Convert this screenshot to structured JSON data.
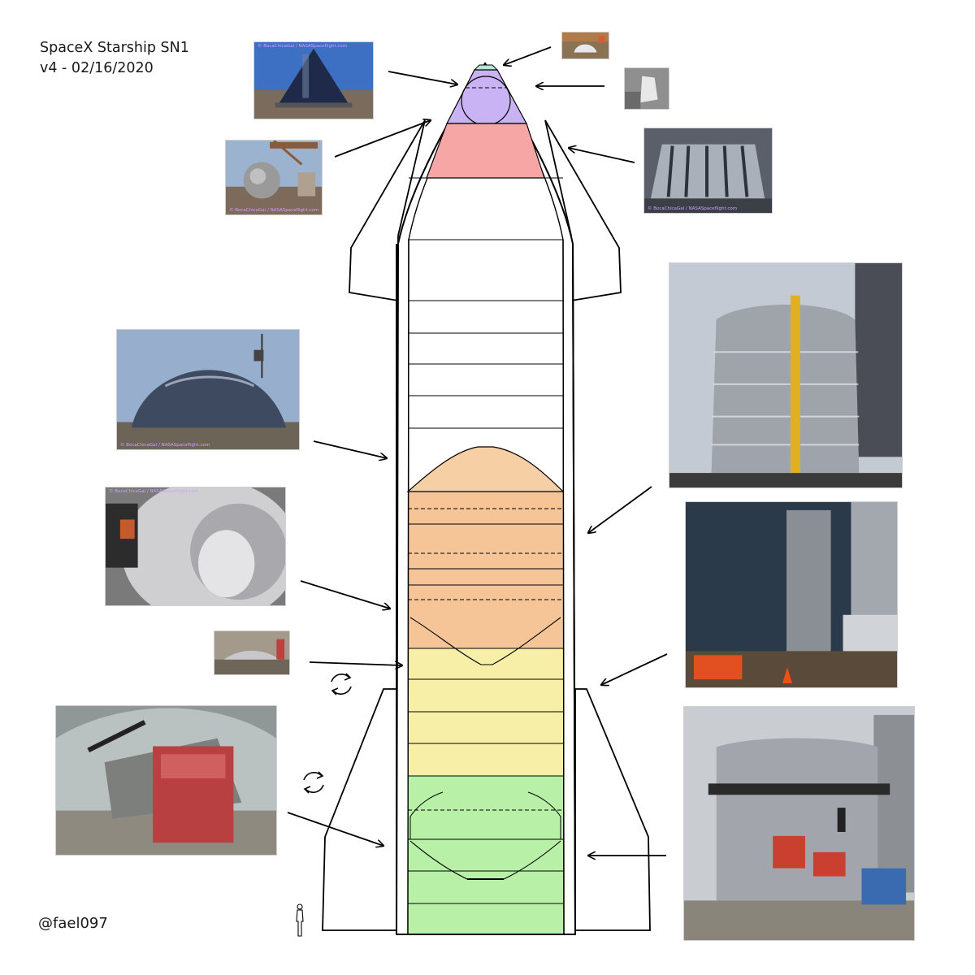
{
  "header": {
    "title_line1": "SpaceX Starship SN1",
    "title_line2": "v4 - 02/16/2020"
  },
  "credit": "@fael097",
  "watermarks": {
    "nose_cone": "© BocaChicaGal / NASASpaceflight.com",
    "sphere": "© BocaChicaGal / NASASpaceflight.com",
    "aft_skirt": "© BocaChicaGal / NASASpaceflight.com",
    "dome": "© BocaChicaGal / NASASpaceflight.com",
    "dome_interior": "© BocaChicaGal / NASASpaceflight.com"
  },
  "colors": {
    "nose_tip": "#b2ead8",
    "header_tank": "#c9b3f5",
    "nose_band": "#f7a6a6",
    "lox_dome": "#f7cfa5",
    "lox_tank": "#f6c597",
    "methane_upper": "#f7efa8",
    "methane_lower": "#b9f0a8",
    "outline": "#000000"
  },
  "icons": {
    "rotate_upper": "rotate-arrows-icon",
    "rotate_lower": "rotate-arrows-icon",
    "person_scale": "person-silhouette-icon"
  }
}
